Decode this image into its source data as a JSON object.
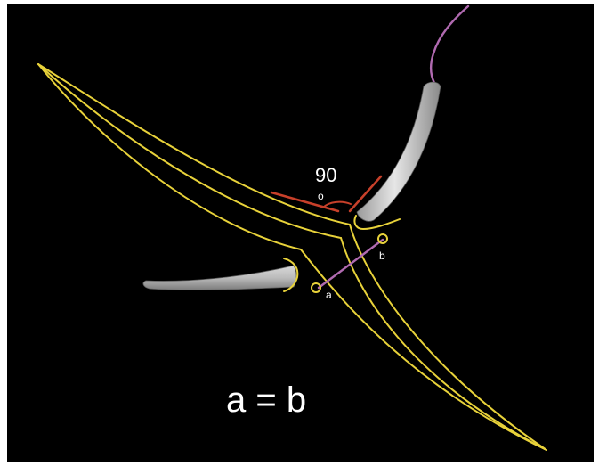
{
  "colors": {
    "background": "#000000",
    "frame_border": "#ffffff",
    "suture": "#e8d23a",
    "needle_path": "#b06ab0",
    "angle_lines": "#c8402a",
    "text": "#ffffff"
  },
  "labels": {
    "angle_value": "90",
    "angle_degree_mark": "o",
    "point_a": "a",
    "point_b": "b",
    "equation": "a = b"
  }
}
